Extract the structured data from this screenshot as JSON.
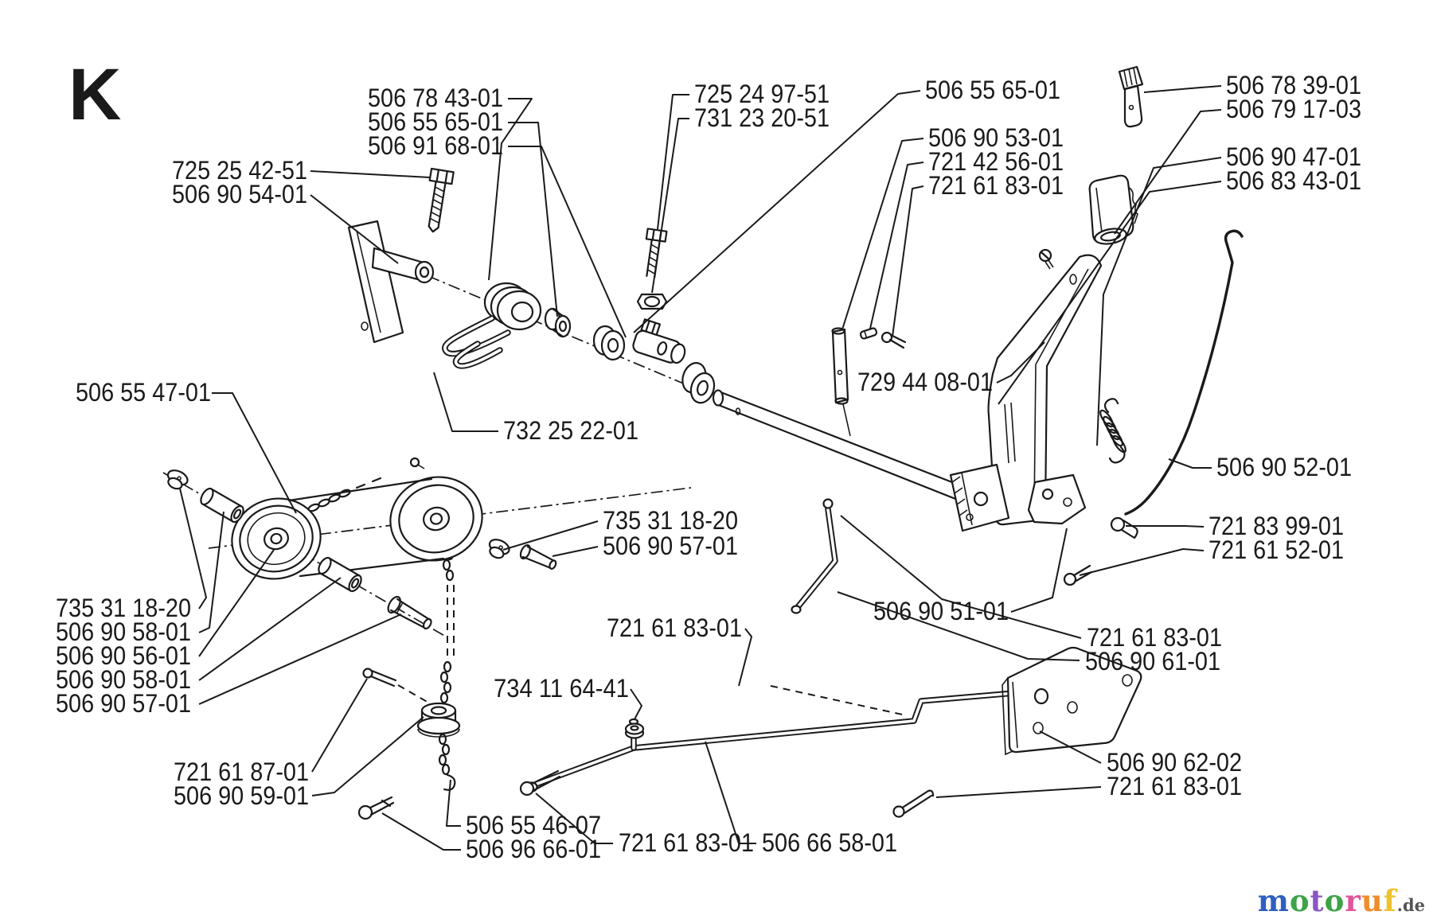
{
  "diagram": {
    "section_letter": "K",
    "stroke_color": "#1a1a1a",
    "labels": [
      {
        "text": "506 78 43-01"
      },
      {
        "text": "506 55 65-01"
      },
      {
        "text": "506 91 68-01"
      },
      {
        "text": "725 25 42-51"
      },
      {
        "text": "506 90 54-01"
      },
      {
        "text": "725 24 97-51"
      },
      {
        "text": "731 23 20-51"
      },
      {
        "text": "506 55 65-01"
      },
      {
        "text": "506 90 53-01"
      },
      {
        "text": "721 42 56-01"
      },
      {
        "text": "721 61 83-01"
      },
      {
        "text": "506 78 39-01"
      },
      {
        "text": "506 79 17-03"
      },
      {
        "text": "506 90 47-01"
      },
      {
        "text": "506 83 43-01"
      },
      {
        "text": "506 55 47-01"
      },
      {
        "text": "732 25 22-01"
      },
      {
        "text": "735 31 18-20"
      },
      {
        "text": "506 90 57-01"
      },
      {
        "text": "735 31 18-20"
      },
      {
        "text": "506 90 58-01"
      },
      {
        "text": "506 90 56-01"
      },
      {
        "text": "506 90 58-01"
      },
      {
        "text": "506 90 57-01"
      },
      {
        "text": "729 44 08-01"
      },
      {
        "text": "506 90 52-01"
      },
      {
        "text": "721 83 99-01"
      },
      {
        "text": "721 61 52-01"
      },
      {
        "text": "506 90 51-01"
      },
      {
        "text": "721 61 83-01"
      },
      {
        "text": "506 90 61-01"
      },
      {
        "text": "721 61 83-01"
      },
      {
        "text": "734 11 64-41"
      },
      {
        "text": "721 61 87-01"
      },
      {
        "text": "506 90 59-01"
      },
      {
        "text": "506 55 46-07"
      },
      {
        "text": "506 96 66-01"
      },
      {
        "text": "721 61 83-01"
      },
      {
        "text": "506 66 58-01"
      },
      {
        "text": "506 90 62-02"
      },
      {
        "text": "721 61 83-01"
      }
    ]
  },
  "logo": {
    "suffix": ".de",
    "letters": [
      {
        "ch": "m",
        "color": "#2f5fc0"
      },
      {
        "ch": "o",
        "color": "#3da348"
      },
      {
        "ch": "t",
        "color": "#8a56c4"
      },
      {
        "ch": "o",
        "color": "#3da348"
      },
      {
        "ch": "r",
        "color": "#e2559b"
      },
      {
        "ch": "u",
        "color": "#ef8d2a"
      },
      {
        "ch": "f",
        "color": "#eec22c"
      }
    ]
  }
}
